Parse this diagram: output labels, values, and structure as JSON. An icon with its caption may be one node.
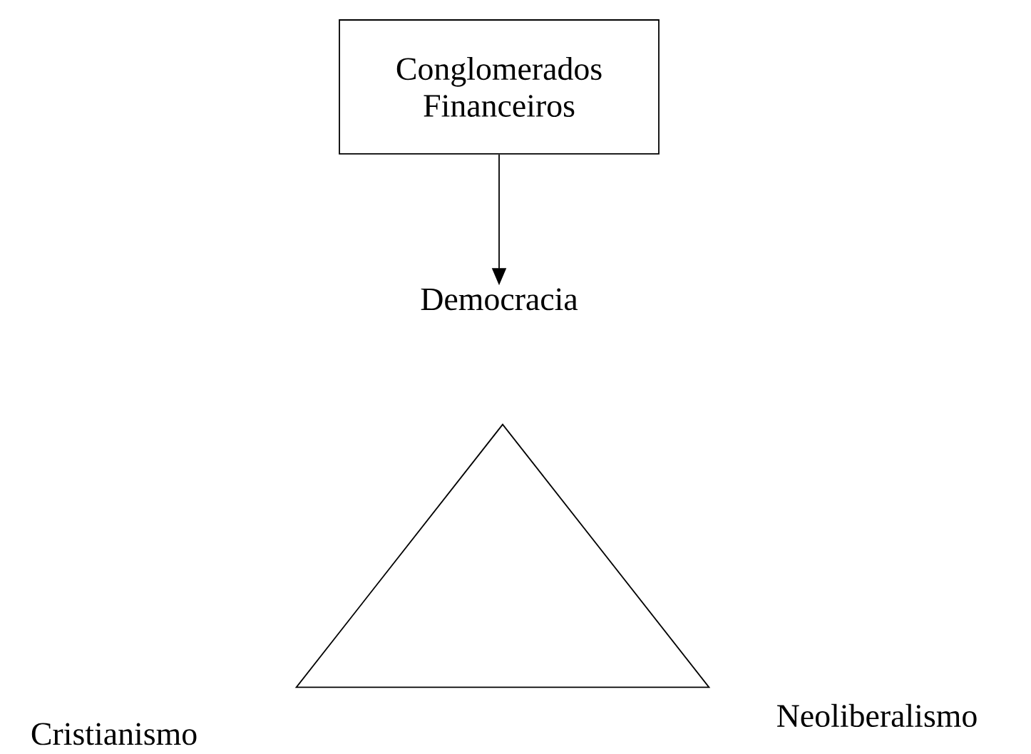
{
  "diagram": {
    "nodes": [
      {
        "text": [
          "Conglomerados Financeiros"
        ]
      },
      {
        "text": [
          "Democracia"
        ]
      },
      {
        "text": [],
        "shape": "triangle",
        "beside": [
          "Cristianismo",
          "Neoliberalismo"
        ]
      }
    ],
    "edges": [
      {
        "from": 0,
        "to": 1,
        "arrow": "to"
      }
    ]
  }
}
